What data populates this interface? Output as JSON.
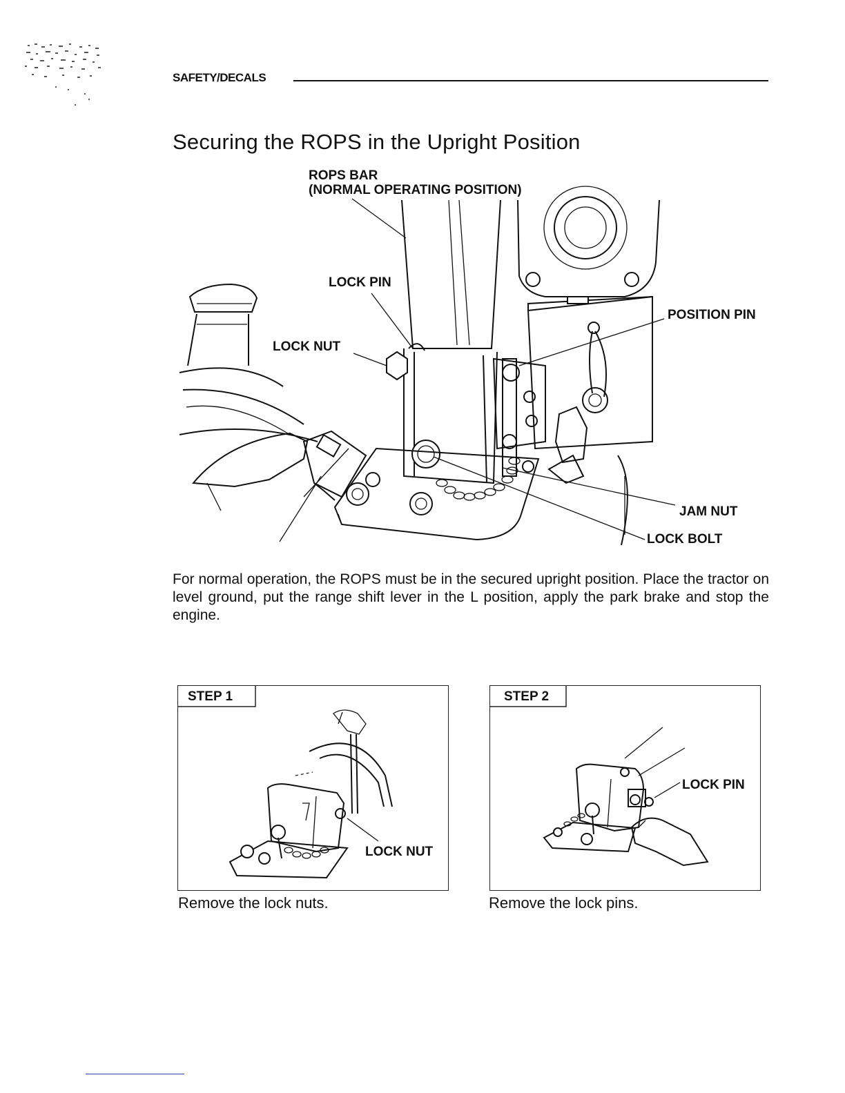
{
  "header": {
    "section_label": "SAFETY/DECALS"
  },
  "page": {
    "title": "Securing the ROPS in the Upright Position"
  },
  "main_figure": {
    "callouts": {
      "rops_bar_line1": "ROPS BAR",
      "rops_bar_line2": "(NORMAL OPERATING POSITION)",
      "lock_pin": "LOCK PIN",
      "lock_nut": "LOCK NUT",
      "position_pin": "POSITION PIN",
      "jam_nut": "JAM NUT",
      "lock_bolt": "LOCK BOLT"
    }
  },
  "intro_paragraph": "For normal operation, the ROPS must be in the secured upright position. Place the tractor on level ground, put the range shift lever in the L position, apply the park brake and stop the engine.",
  "steps": [
    {
      "tab": "STEP 1",
      "callout": "LOCK NUT",
      "caption": "Remove the lock nuts."
    },
    {
      "tab": "STEP 2",
      "callout": "LOCK PIN",
      "caption": "Remove the lock pins."
    }
  ]
}
